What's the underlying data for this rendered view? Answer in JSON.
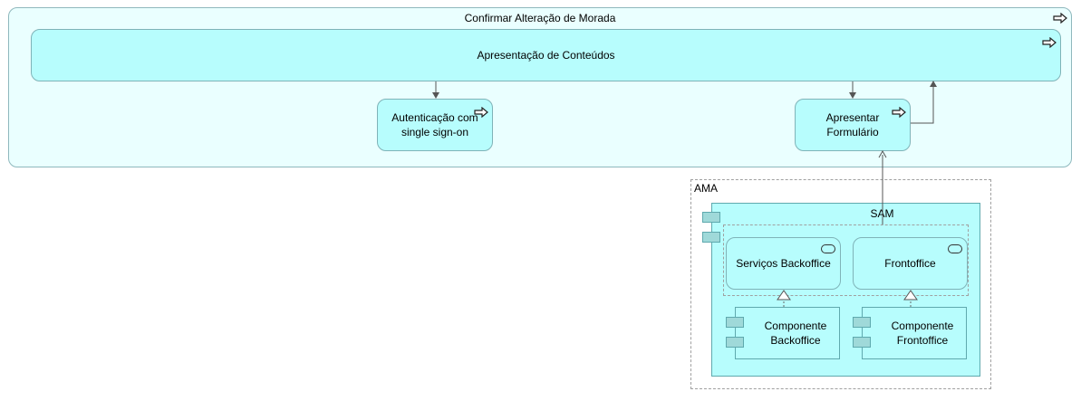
{
  "process": {
    "label": "Confirmar Alteração de Morada"
  },
  "presentation": {
    "label": "Apresentação de Conteúdos"
  },
  "auth": {
    "label": "Autenticação com single sign-on"
  },
  "form": {
    "label": "Apresentar Formulário"
  },
  "group": {
    "label": "AMA"
  },
  "app": {
    "label": "SAM"
  },
  "services": [
    {
      "label": "Serviços Backoffice"
    },
    {
      "label": "Frontoffice"
    }
  ],
  "components": [
    {
      "label": "Componente Backoffice"
    },
    {
      "label": "Componente Frontoffice"
    }
  ],
  "colors": {
    "process_fill": "#eaffff",
    "application_fill": "#b7fdfd",
    "border": "#8fb8bd"
  },
  "icons": [
    "process-arrow-icon",
    "service-pill-icon",
    "component-icon"
  ]
}
